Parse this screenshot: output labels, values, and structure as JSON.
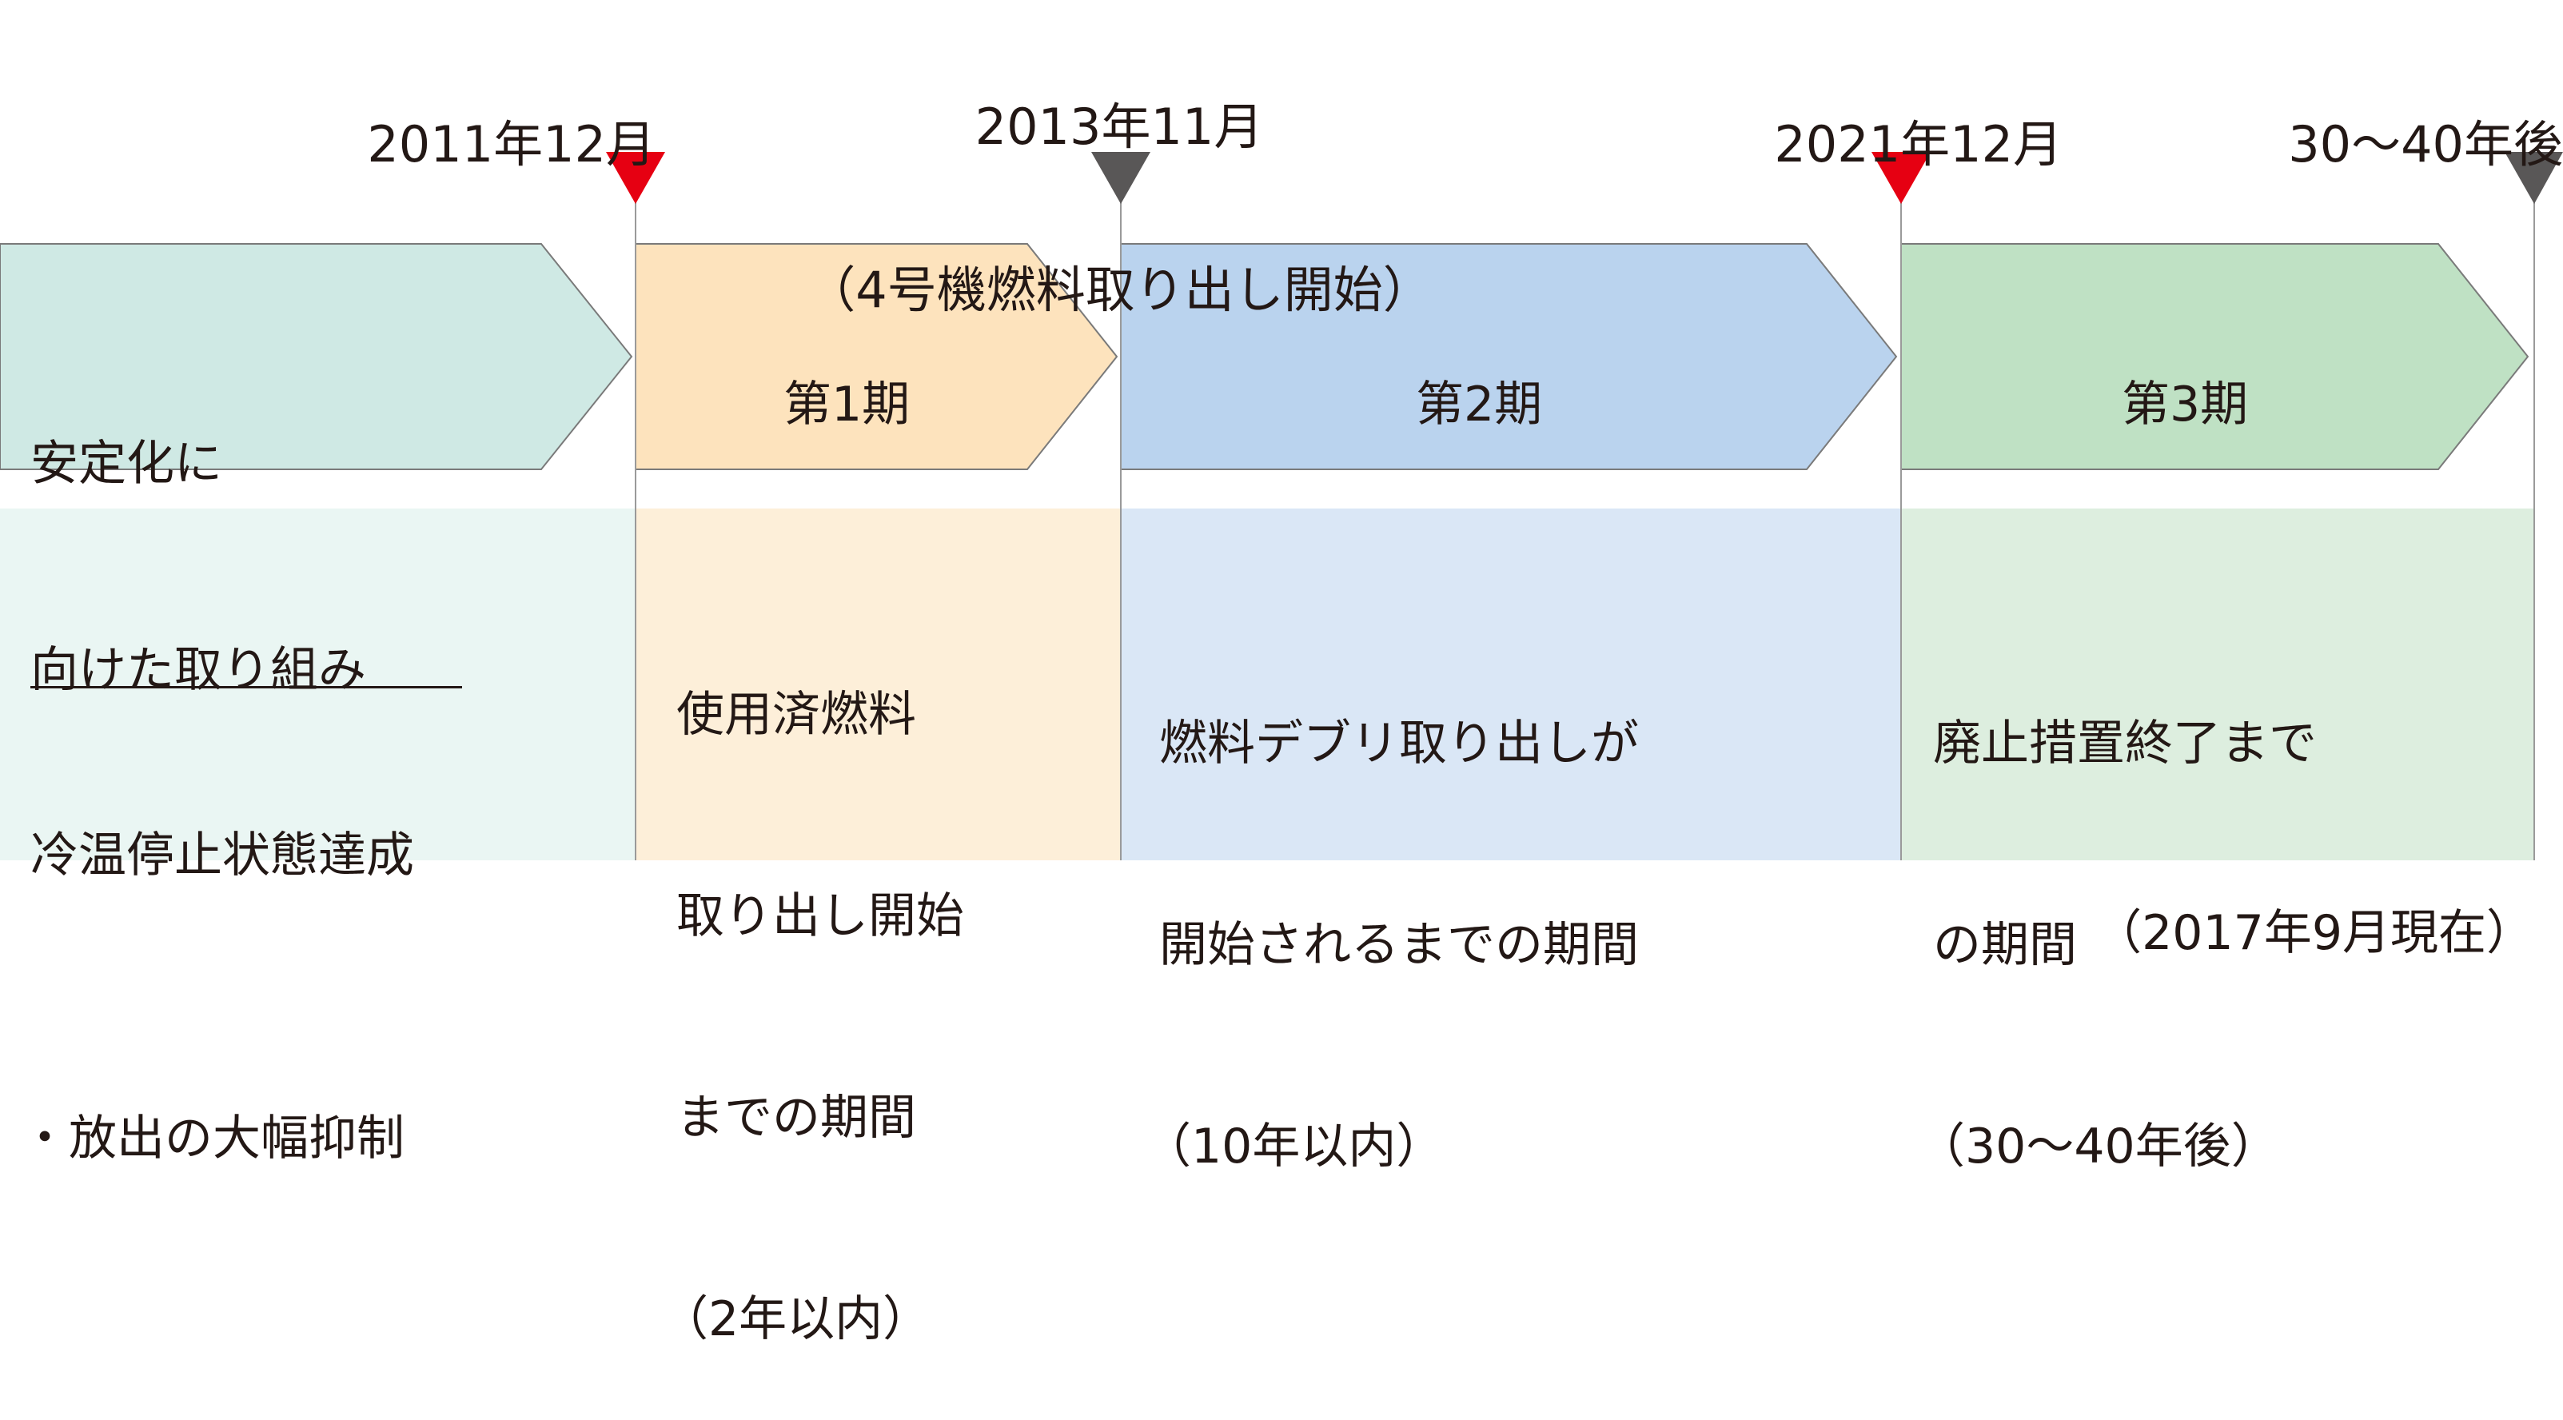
{
  "colors": {
    "red_marker": "#e60012",
    "gray_marker": "#595757",
    "prep_arrow": "#cfe9e4",
    "prep_box": "#eaf6f3",
    "phase1_arrow": "#fde3bd",
    "phase1_box": "#fdefd9",
    "phase2_arrow": "#bad3ee",
    "phase2_box": "#dae7f6",
    "phase3_arrow": "#bfe1c4",
    "phase3_box": "#ddeedf",
    "outline": "#7a7a7a",
    "divider": "#9a9a9a",
    "text": "#231815"
  },
  "milestones": [
    {
      "id": "m1",
      "color": "red",
      "lines": [
        "2011年12月"
      ]
    },
    {
      "id": "m2",
      "color": "gray",
      "lines": [
        "2013年11月",
        "（4号機燃料取り出し開始）"
      ]
    },
    {
      "id": "m3",
      "color": "red",
      "lines": [
        "2021年12月"
      ]
    },
    {
      "id": "m4",
      "color": "gray",
      "lines": [
        "30～40年後"
      ]
    }
  ],
  "phases": [
    {
      "id": "prep",
      "title": [
        "安定化に",
        "向けた取り組み"
      ],
      "description": [
        "冷温停止状態達成",
        "・放出の大幅抑制"
      ],
      "underline_first": true
    },
    {
      "id": "phase1",
      "title": [
        "第1期"
      ],
      "description": [
        "使用済燃料",
        "取り出し開始",
        "までの期間",
        "（2年以内）"
      ]
    },
    {
      "id": "phase2",
      "title": [
        "第2期"
      ],
      "description": [
        "燃料デブリ取り出しが",
        "開始されるまでの期間",
        "（10年以内）"
      ]
    },
    {
      "id": "phase3",
      "title": [
        "第3期"
      ],
      "description": [
        "廃止措置終了まで",
        "の期間",
        "（30～40年後）"
      ]
    }
  ],
  "note": "（2017年9月現在）"
}
